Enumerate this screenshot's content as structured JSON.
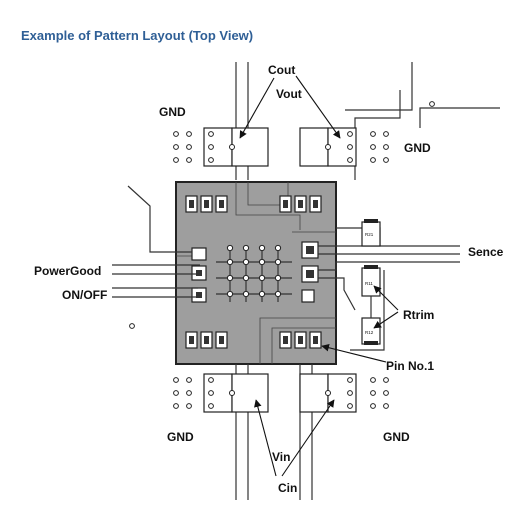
{
  "title": "Example of Pattern Layout (Top View)",
  "labels": {
    "cout": "Cout",
    "vout": "Vout",
    "gnd_top_left": "GND",
    "gnd_top_right": "GND",
    "gnd_bottom_left": "GND",
    "gnd_bottom_right": "GND",
    "sence": "Sence",
    "powergood": "PowerGood",
    "onoff": "ON/OFF",
    "rtrim": "Rtrim",
    "pin1": "Pin No.1",
    "vin": "Vin",
    "cin": "Cin"
  },
  "resistor_labels": {
    "r21": "R21",
    "r11": "R11",
    "r12": "R12"
  }
}
